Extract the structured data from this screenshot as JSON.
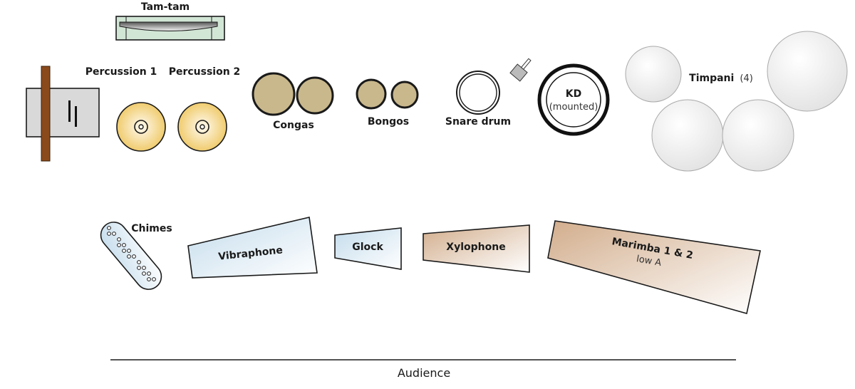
{
  "labels": {
    "tam_tam": "Tam-tam",
    "percussion_1": "Percussion 1",
    "percussion_2": "Percussion 2",
    "congas": "Congas",
    "bongos": "Bongos",
    "snare_drum": "Snare drum",
    "kd": "KD",
    "kd_note": "(mounted)",
    "timpani": "Timpani",
    "timpani_count": "(4)",
    "chimes": "Chimes",
    "vibraphone": "Vibraphone",
    "glock": "Glock",
    "xylophone": "Xylophone",
    "marimba": "Marimba 1 & 2",
    "marimba_note": "low A",
    "audience": "Audience"
  },
  "colors": {
    "cymbal": "#f2d37e",
    "drum_head": "#c9b88c",
    "timpani": "#ececec",
    "vibraphone": "#cfe3f0",
    "wood": "#c9a88a",
    "tam_tam_frame": "#cfe3d4",
    "table": "#d9d9d9",
    "stand": "#8b4a1c"
  }
}
